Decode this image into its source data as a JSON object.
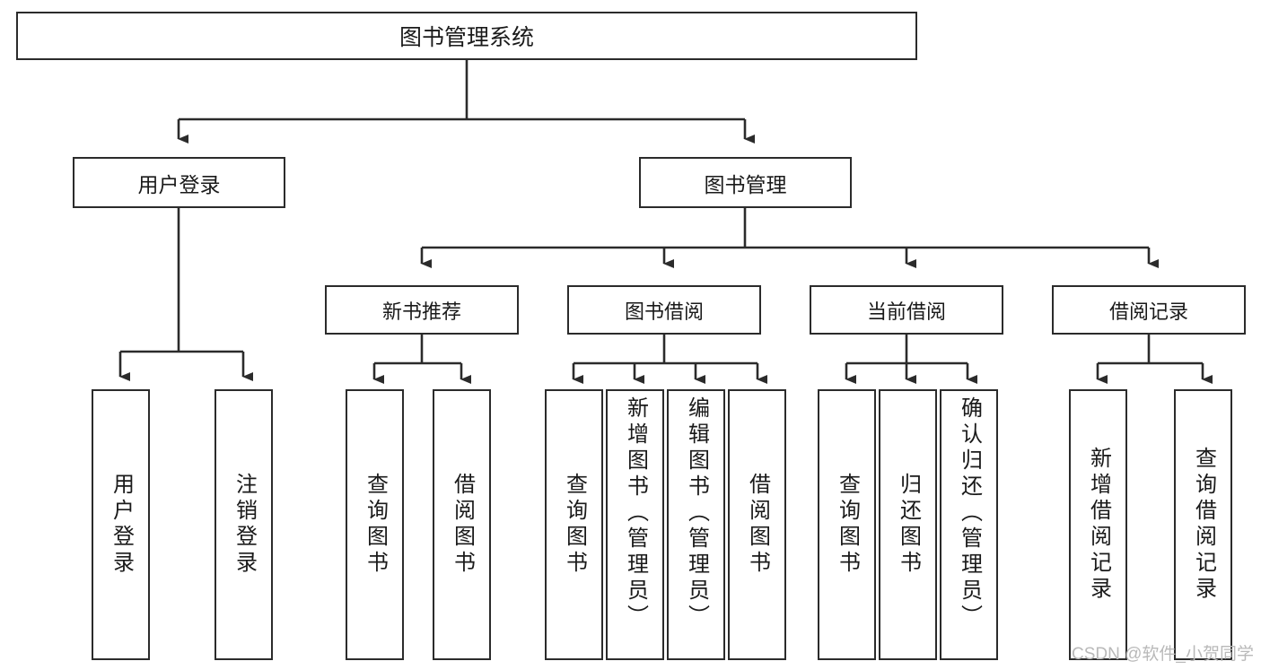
{
  "diagram": {
    "title": "图书管理系统",
    "type": "hierarchy-tree",
    "watermark": "CSDN @软件_小贺同学",
    "colors": {
      "box_border": "#2b2b2b",
      "box_fill": "#ffffff",
      "connector": "#2b2b2b",
      "text": "#1a1a1a",
      "watermark": "#b9b9b9"
    },
    "root": {
      "label": "图书管理系统"
    },
    "level1": [
      {
        "label": "用户登录"
      },
      {
        "label": "图书管理"
      }
    ],
    "level2": [
      {
        "label": "新书推荐"
      },
      {
        "label": "图书借阅"
      },
      {
        "label": "当前借阅"
      },
      {
        "label": "借阅记录"
      }
    ],
    "leaves": {
      "user_login": [
        {
          "label": "用户登录"
        },
        {
          "label": "注销登录"
        }
      ],
      "new_book_recommend": [
        {
          "label": "查询图书"
        },
        {
          "label": "借阅图书"
        }
      ],
      "book_borrow": [
        {
          "label": "查询图书"
        },
        {
          "label": "新增图书（管理员）"
        },
        {
          "label": "编辑图书（管理员）"
        },
        {
          "label": "借阅图书"
        }
      ],
      "current_borrow": [
        {
          "label": "查询图书"
        },
        {
          "label": "归还图书"
        },
        {
          "label": "确认归还（管理员）"
        }
      ],
      "borrow_record": [
        {
          "label": "新增借阅记录"
        },
        {
          "label": "查询借阅记录"
        }
      ]
    }
  }
}
